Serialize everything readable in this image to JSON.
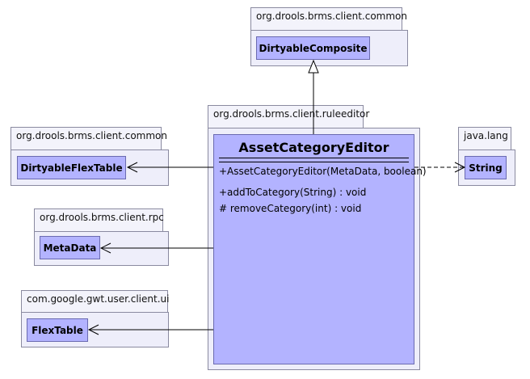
{
  "packages": {
    "common_top": "org.drools.brms.client.common",
    "ruleeditor": "org.drools.brms.client.ruleeditor",
    "common_left": "org.drools.brms.client.common",
    "java_lang": "java.lang",
    "rpc": "org.drools.brms.client.rpc",
    "gwt_ui": "com.google.gwt.user.client.ui"
  },
  "classes": {
    "dirtyable_composite": "DirtyableComposite",
    "dirtyable_flex_table": "DirtyableFlexTable",
    "string": "String",
    "meta_data": "MetaData",
    "flex_table": "FlexTable"
  },
  "main_class": {
    "name": "AssetCategoryEditor",
    "members": [
      "+AssetCategoryEditor(MetaData, boolean)",
      "+addToCategory(String) : void",
      "# removeCategory(int) : void"
    ]
  }
}
